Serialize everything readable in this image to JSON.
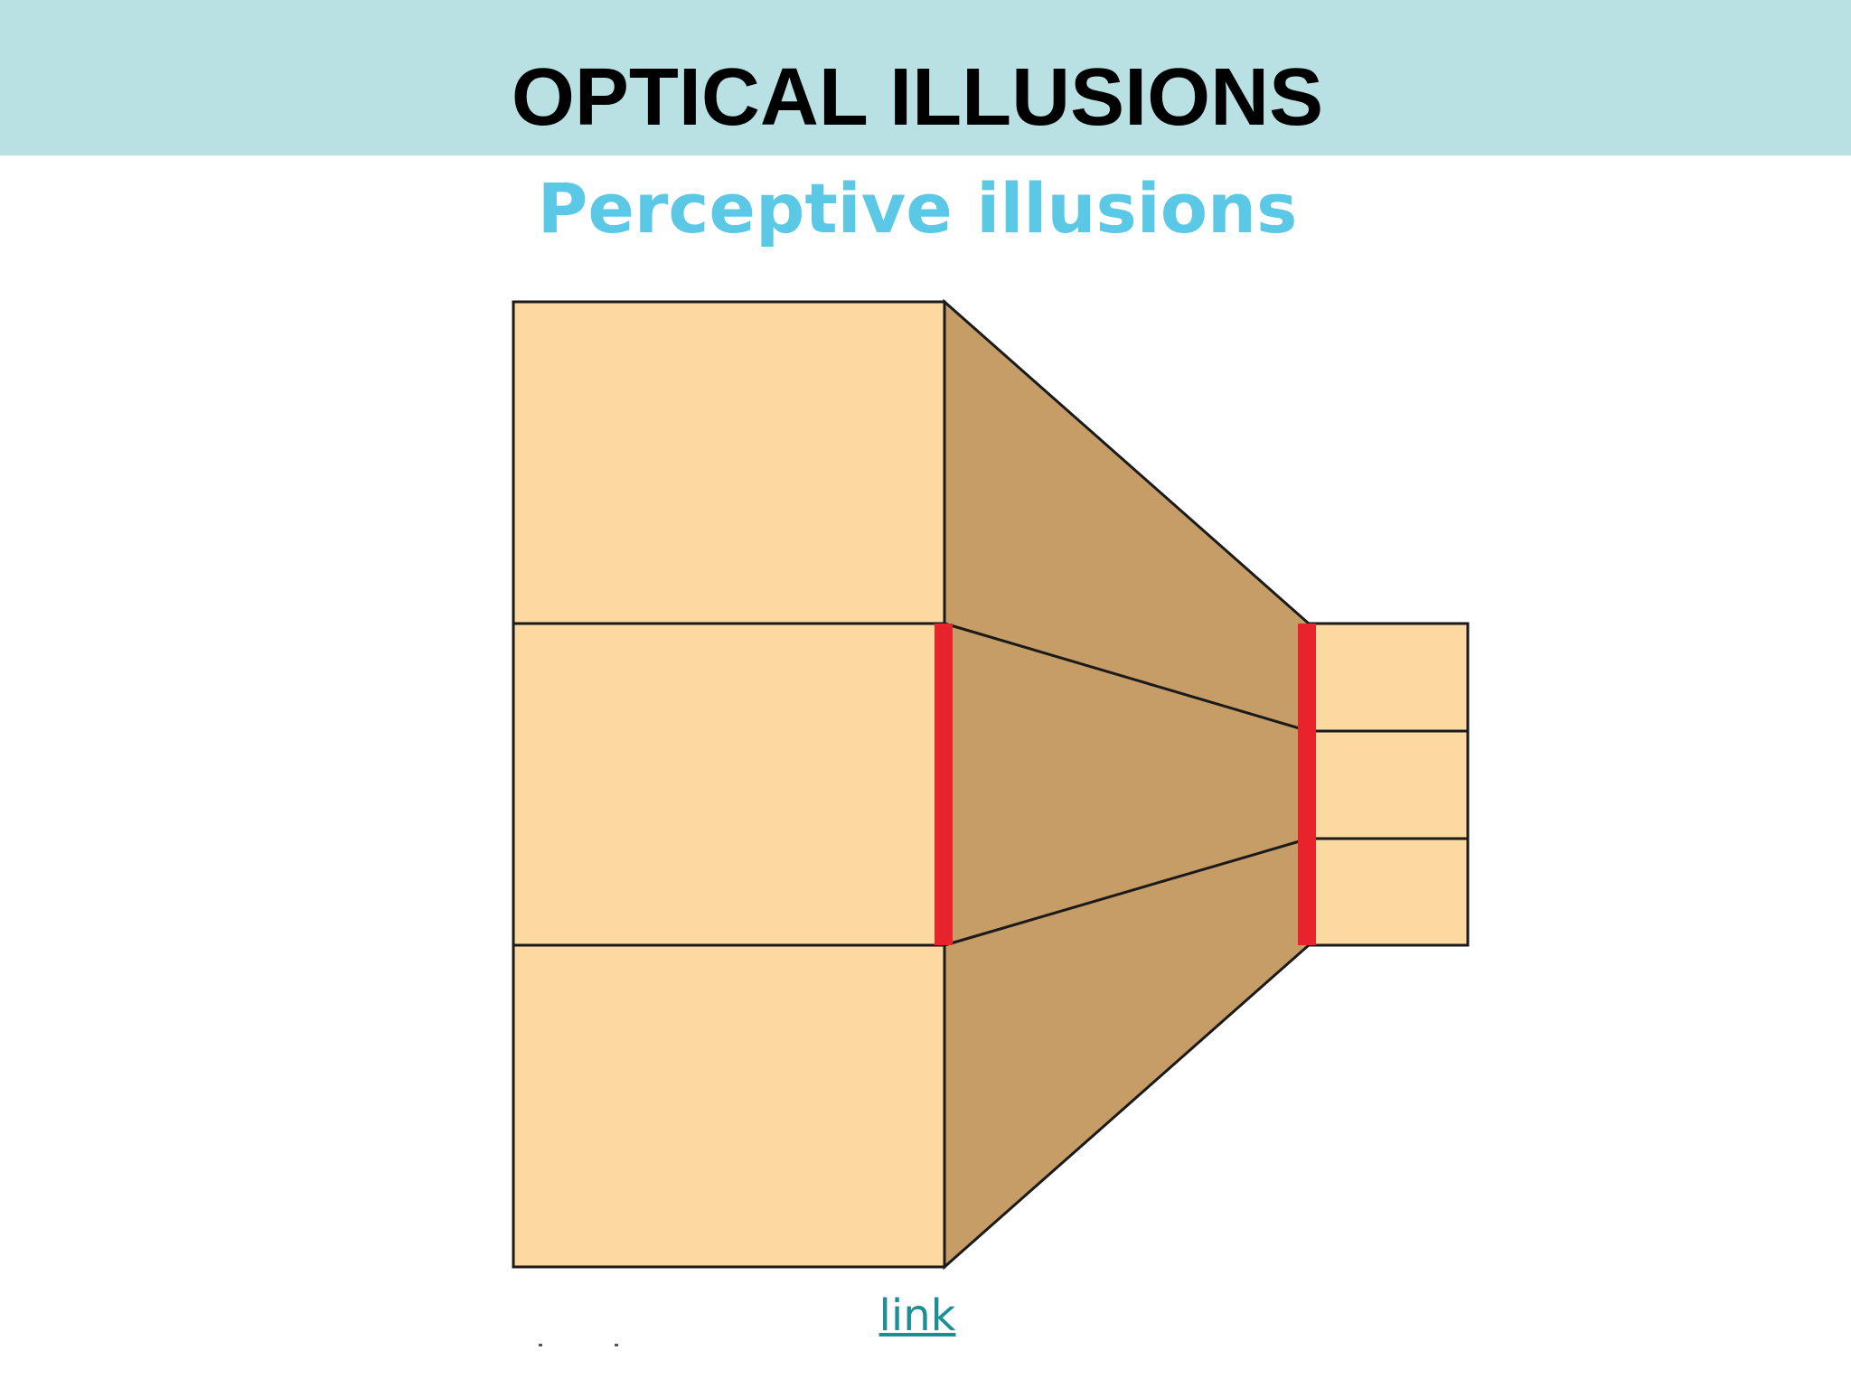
{
  "slide": {
    "title": "OPTICAL ILLUSIONS",
    "subtitle": "Perceptive  illusions",
    "link_label": "link"
  },
  "colors": {
    "header_band": "#b9e0e3",
    "title_text": "#000000",
    "subtitle_text": "#5bc8e6",
    "box_fill": "#fcd9a0",
    "trapezoid_fill": "#c69c67",
    "outline": "#1a1a1a",
    "highlight_bar": "#e8232b",
    "link_text": "#1a8f95"
  },
  "diagram": {
    "left_block_segments": 3,
    "right_block_segments": 3,
    "highlight_bars": [
      {
        "name": "left-red-bar",
        "color": "red"
      },
      {
        "name": "right-red-bar",
        "color": "red"
      }
    ]
  }
}
